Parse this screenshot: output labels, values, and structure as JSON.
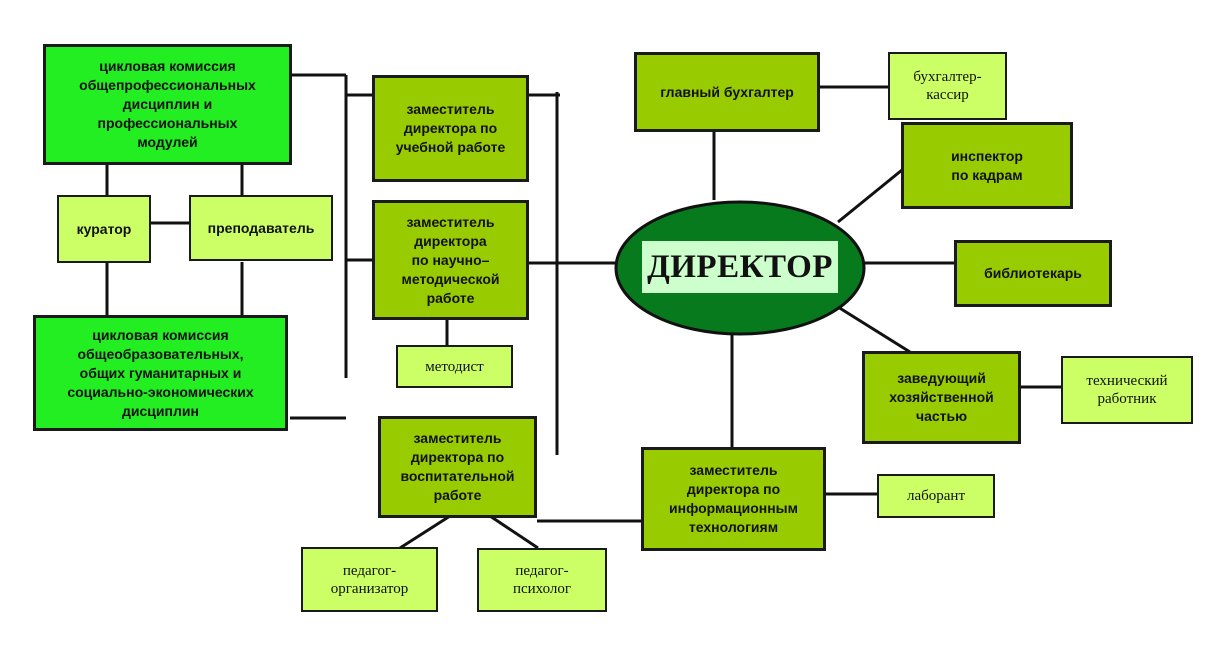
{
  "director": "ДИРЕКТОР",
  "nodes": {
    "cycle_commission_prof": "цикловая комиссия\nобщепрофессиональных\nдисциплин и\nпрофессиональных\nмодулей",
    "curator": "куратор",
    "teacher": "преподаватель",
    "cycle_commission_general": "цикловая комиссия\nобщеобразовательных,\nобщих гуманитарных и\nсоциально-экономических\nдисциплин",
    "deputy_academic": "заместитель\nдиректора по\nучебной работе",
    "deputy_methodical": "заместитель\nдиректора\nпо научно–\nметодической\nработе",
    "methodist": "методист",
    "deputy_educational": "заместитель\nдиректора по\nвоспитательной\nработе",
    "teacher_organizer": "педагог-\nорганизатор",
    "teacher_psychologist": "педагог-\nпсихолог",
    "chief_accountant": "главный бухгалтер",
    "accountant_cashier": "бухгалтер-\nкассир",
    "hr_inspector": "инспектор\nпо кадрам",
    "librarian": "библиотекарь",
    "facilities_head": "заведующий\nхозяйственной\nчастью",
    "technical_worker": "технический\nработник",
    "deputy_it": "заместитель\nдиректора по\nинформационным\nтехнологиям",
    "lab_assistant": "лаборант"
  },
  "colors": {
    "bright_green": "#22ee22",
    "olive_green": "#99cc00",
    "pale_green": "#ccff66",
    "ellipse_green": "#087a1e",
    "director_label_bg": "#ccffcc",
    "line": "#111111"
  }
}
